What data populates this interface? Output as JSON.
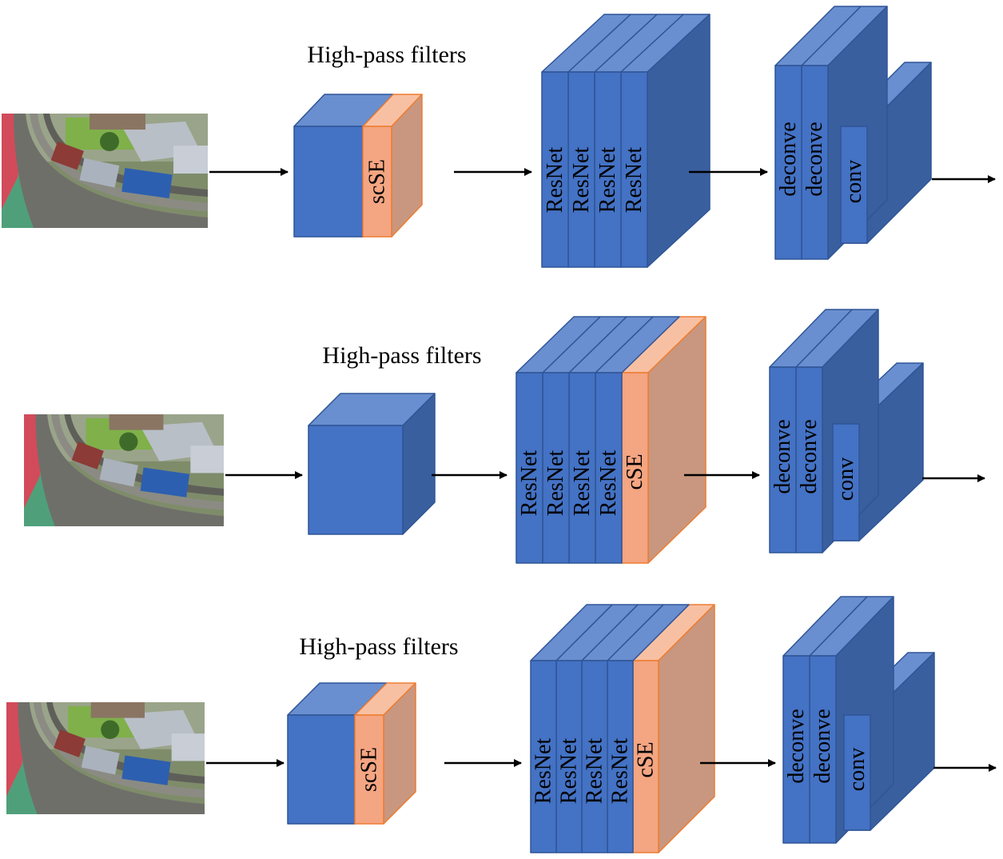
{
  "colors": {
    "block_front": "#4472c4",
    "block_top": "#6a8fd0",
    "block_side": "#3a5f9f",
    "block_edge": "#2f5597",
    "attention_front": "#f4a582",
    "attention_top": "#f8c0a3",
    "attention_side": "#c9977f",
    "attention_edge": "#ed7d31",
    "arrow": "#000000"
  },
  "rows": [
    {
      "title": "High-pass filters",
      "filter_attention": "scSE",
      "resnet_labels": [
        "ResNet",
        "ResNet",
        "ResNet",
        "ResNet"
      ],
      "resnet_attention": "",
      "deconv_labels": [
        "deconve",
        "deconve"
      ],
      "conv_label": "conv"
    },
    {
      "title": "High-pass filters",
      "filter_attention": "",
      "resnet_labels": [
        "ResNet",
        "ResNet",
        "ResNet",
        "ResNet"
      ],
      "resnet_attention": "cSE",
      "deconv_labels": [
        "deconve",
        "deconve"
      ],
      "conv_label": "conv"
    },
    {
      "title": "High-pass filters",
      "filter_attention": "scSE",
      "resnet_labels": [
        "ResNet",
        "ResNet",
        "ResNet",
        "ResNet"
      ],
      "resnet_attention": "cSE",
      "deconv_labels": [
        "deconve",
        "deconve"
      ],
      "conv_label": "conv"
    }
  ]
}
